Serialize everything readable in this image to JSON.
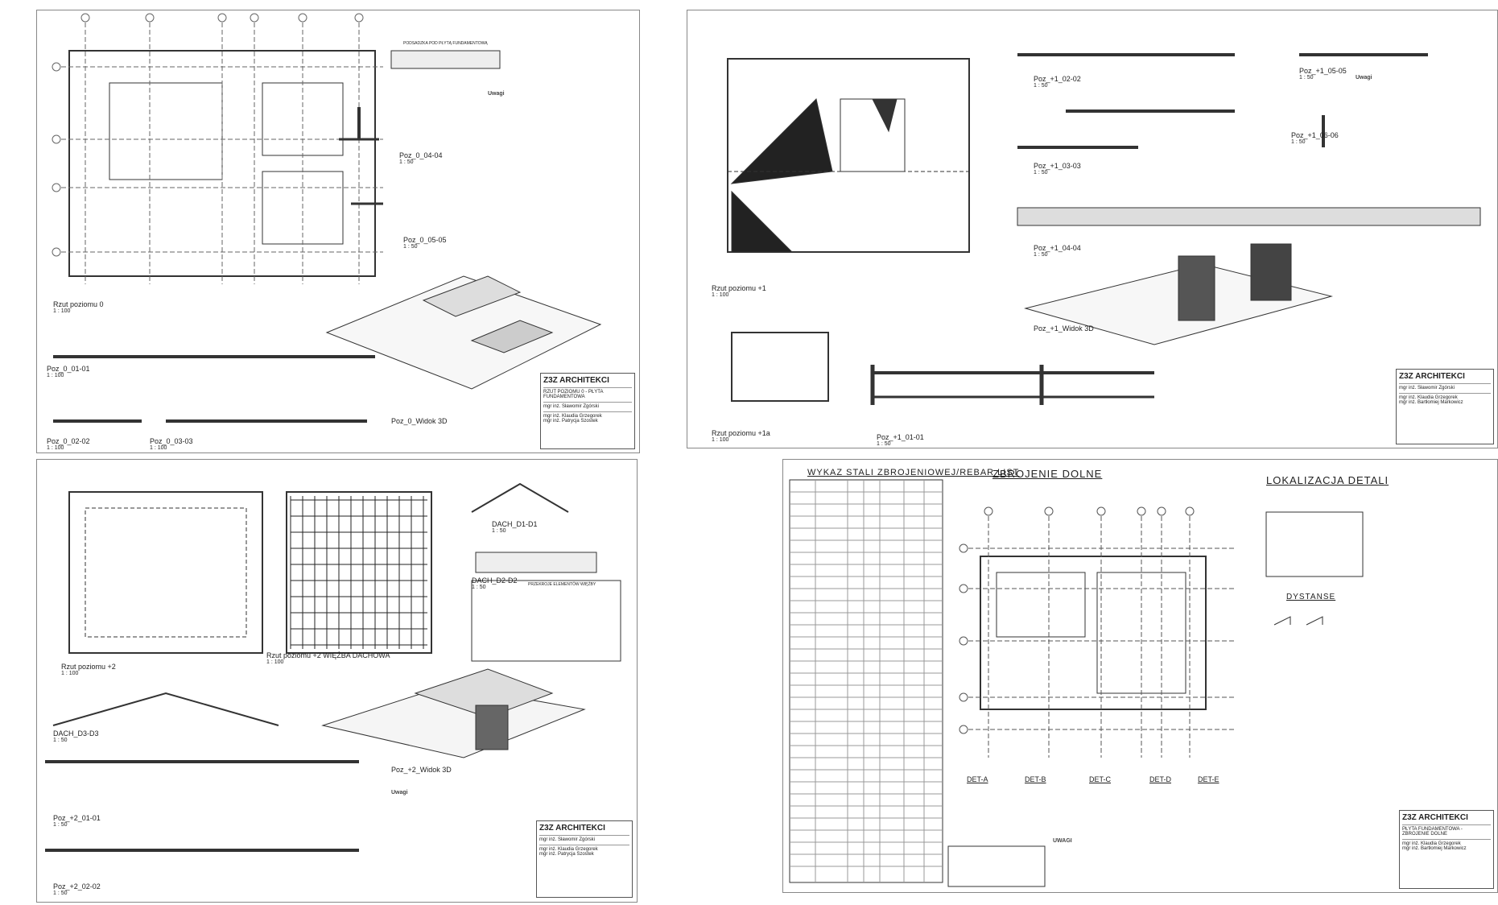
{
  "firm": {
    "name": "Z3Z ARCHITEKCI",
    "engineer": "mgr inż. Sławomir Zgórski",
    "designers": [
      "mgr inż. Klaudia Grzegorek",
      "mgr inż. Bartłomiej Markowicz",
      "mgr inż. Patrycja Szostek"
    ]
  },
  "sheet1": {
    "plan_title": "Rzut poziomu 0",
    "plan_scale": "1 : 100",
    "sections": [
      {
        "title": "Poz_0_01-01",
        "scale": "1 : 100"
      },
      {
        "title": "Poz_0_02-02",
        "scale": "1 : 100"
      },
      {
        "title": "Poz_0_03-03",
        "scale": "1 : 100"
      },
      {
        "title": "Poz_0_04-04",
        "scale": "1 : 50"
      },
      {
        "title": "Poz_0_05-05",
        "scale": "1 : 50"
      }
    ],
    "view3d": "Poz_0_Widok 3D",
    "legend_title": "PODSADZKA POD PŁYTĄ FUNDAMENTOWĄ",
    "notes_title": "Uwagi",
    "sheet_name": "RZUT POZIOMU 0 - PŁYTA FUNDAMENTOWA"
  },
  "sheet2": {
    "plan_title": "Rzut poziomu +1",
    "plan_scale": "1 : 100",
    "plan2_title": "Rzut poziomu +1a",
    "plan2_scale": "1 : 100",
    "sections": [
      {
        "title": "Poz_+1_01-01",
        "scale": "1 : 50"
      },
      {
        "title": "Poz_+1_02-02",
        "scale": "1 : 50"
      },
      {
        "title": "Poz_+1_03-03",
        "scale": "1 : 50"
      },
      {
        "title": "Poz_+1_04-04",
        "scale": "1 : 50"
      },
      {
        "title": "Poz_+1_05-05",
        "scale": "1 : 50"
      },
      {
        "title": "Poz_+1_06-06",
        "scale": "1 : 50"
      }
    ],
    "view3d": "Poz_+1_Widok 3D",
    "notes_title": "Uwagi"
  },
  "sheet3": {
    "plan_title": "Rzut poziomu +2",
    "plan_scale": "1 : 100",
    "roof_title": "Rzut poziomu +2 WIĘŹBA DACHOWA",
    "roof_scale": "1 : 100",
    "sections": [
      {
        "title": "DACH_D1-D1",
        "scale": "1 : 50"
      },
      {
        "title": "DACH_D2-D2",
        "scale": "1 : 50"
      },
      {
        "title": "DACH_D3-D3",
        "scale": "1 : 50"
      },
      {
        "title": "Poz_+2_01-01",
        "scale": "1 : 50"
      },
      {
        "title": "Poz_+2_02-02",
        "scale": "1 : 50"
      }
    ],
    "view3d": "Poz_+2_Widok 3D",
    "table_title": "PRZEKROJE ELEMENTÓW WIĘŹBY",
    "notes_title": "Uwagi"
  },
  "sheet4": {
    "rebar_title": "WYKAZ STALI ZBROJENIOWEJ/REBAR LIST",
    "main_title": "ZBROJENIE DOLNE",
    "detail_title": "LOKALIZACJA DETALI",
    "spacers_title": "DYSTANSE",
    "details": [
      "DET-A",
      "DET-B",
      "DET-C",
      "DET-D",
      "DET-E"
    ],
    "notes_title": "UWAGI",
    "sheet_name": "PŁYTA FUNDAMENTOWA - ZBROJENIE DOLNE"
  }
}
